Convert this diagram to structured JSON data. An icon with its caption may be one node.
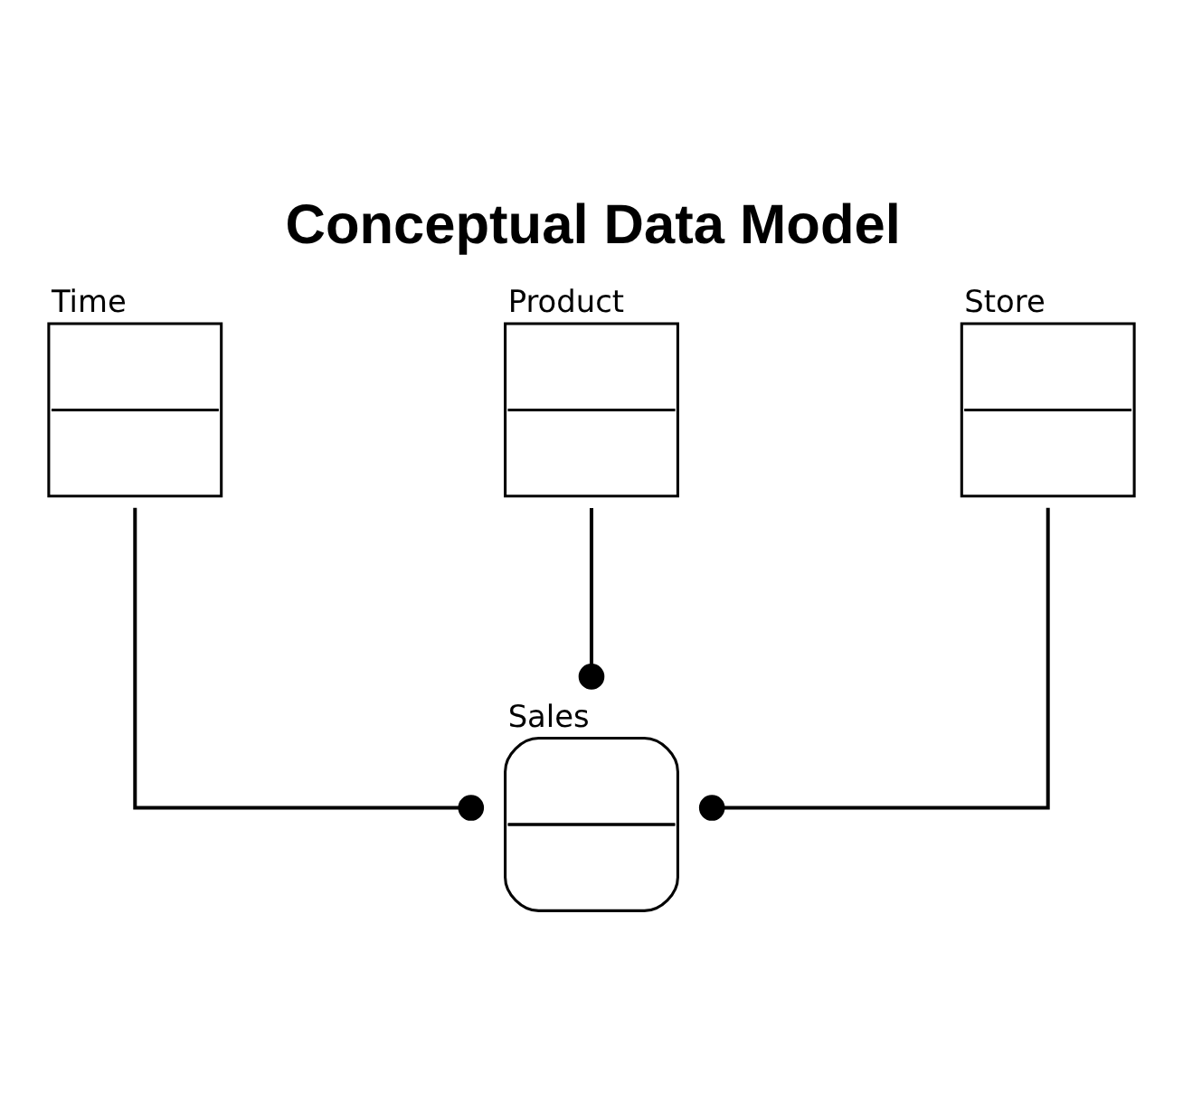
{
  "diagram": {
    "title": "Conceptual Data Model",
    "nodes": [
      {
        "text": [
          "Time"
        ]
      },
      {
        "text": [
          "Product"
        ]
      },
      {
        "text": [
          "Sales"
        ]
      },
      {
        "text": [
          "Store"
        ]
      }
    ],
    "edges": [
      {
        "from": 0,
        "to": 2,
        "arrow": "other"
      },
      {
        "from": 1,
        "to": 2,
        "arrow": "other"
      },
      {
        "from": 3,
        "to": 2,
        "arrow": "other"
      }
    ]
  }
}
